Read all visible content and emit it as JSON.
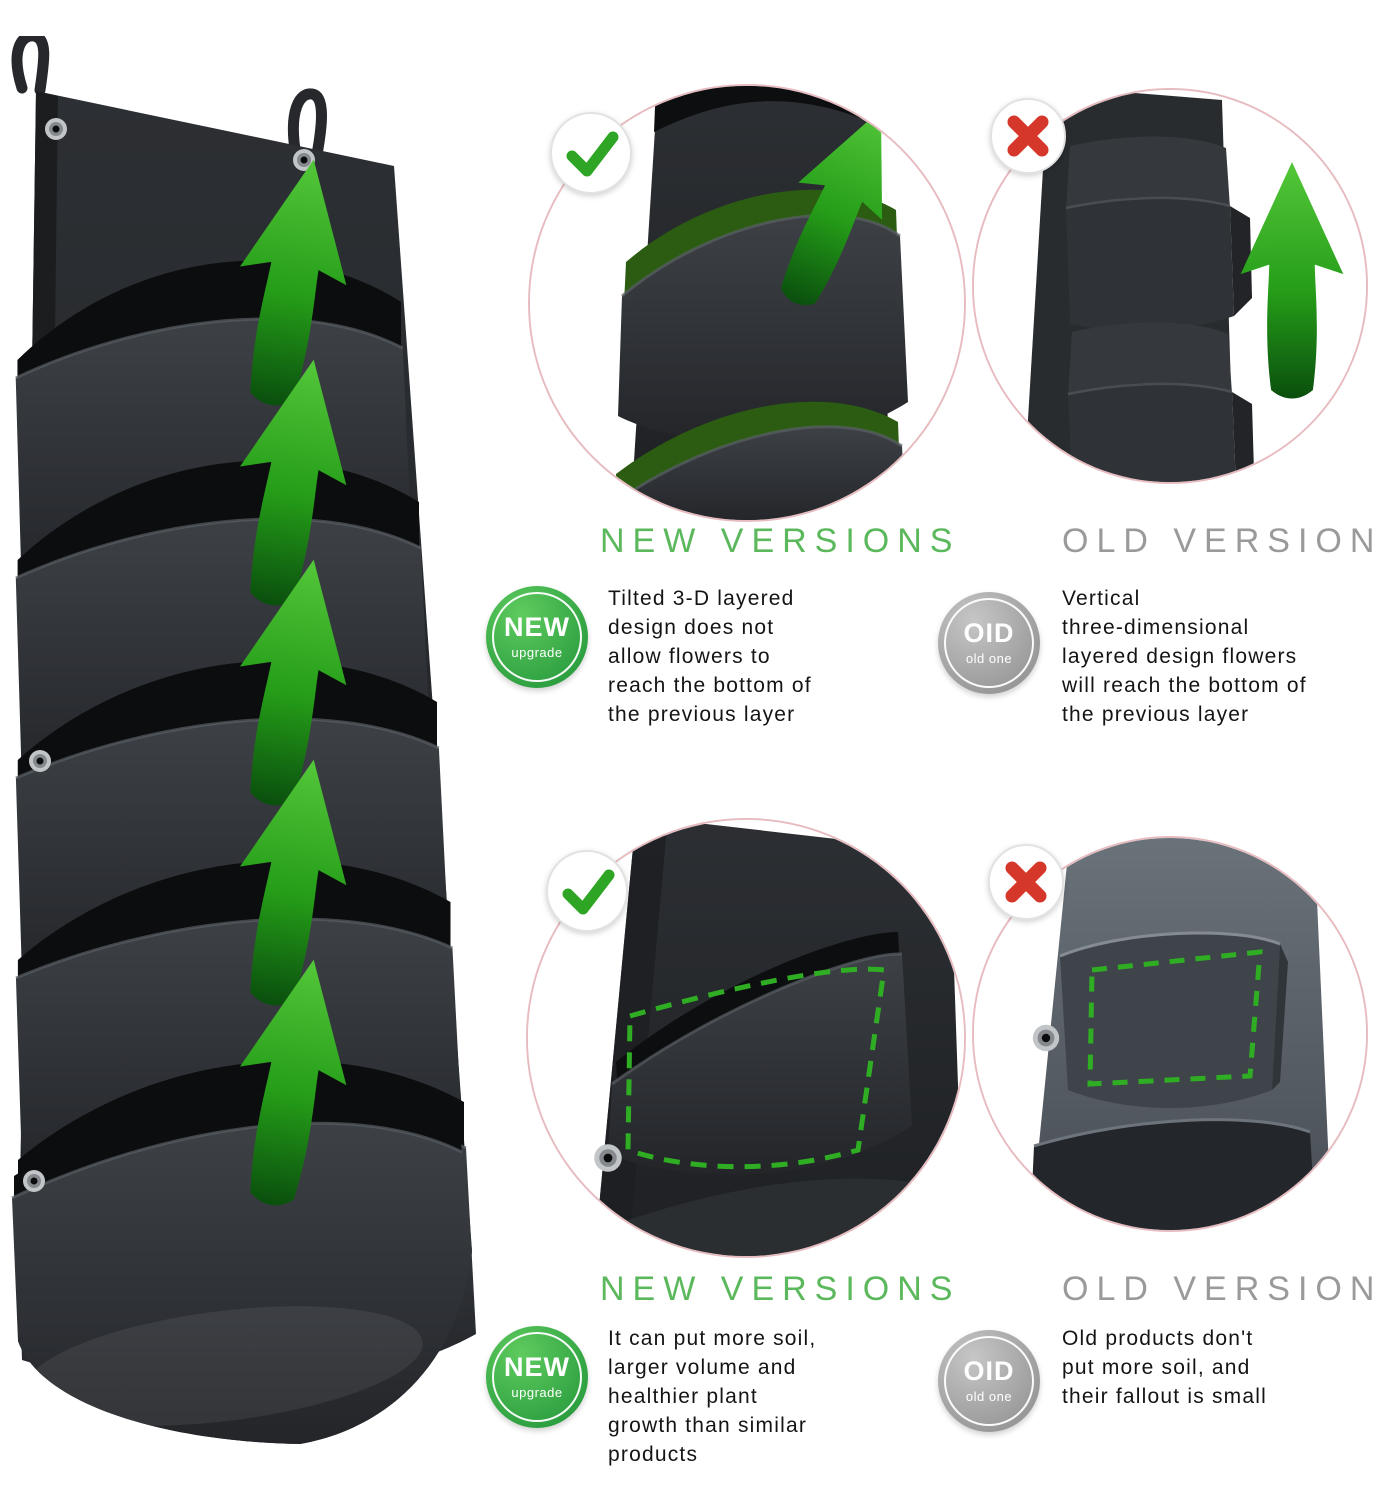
{
  "colors": {
    "new_accent_green": "#5cb85c",
    "old_accent_gray": "#9a9a9a",
    "arrow_green": "#54c73a",
    "check_green": "#2fa526",
    "cross_red": "#d6372b",
    "fabric_dark": "#2a2d30",
    "circle_ring": "#e7bcc0"
  },
  "icons": {
    "approved": "check-icon",
    "rejected": "x-icon",
    "growth": "up-arrow-icon",
    "eyelet": "grommet-icon"
  },
  "badges": {
    "new": {
      "title": "NEW",
      "subtitle": "upgrade"
    },
    "old": {
      "title": "OID",
      "subtitle": "old one"
    }
  },
  "sections": {
    "top": {
      "new_heading": "NEW VERSIONS",
      "new_text": "Tilted 3-D layered\ndesign does not\nallow flowers to\nreach the bottom of\nthe previous layer",
      "old_heading": "OLD VERSION",
      "old_text": "Vertical\nthree-dimensional\nlayered design flowers\nwill reach the bottom of\nthe previous layer"
    },
    "bottom": {
      "new_heading": "NEW VERSIONS",
      "new_text": "It can put more soil,\nlarger volume and\nhealthier plant\ngrowth than similar\nproducts",
      "old_heading": "OLD VERSION",
      "old_text": "Old products don't\nput more soil, and\ntheir fallout is small"
    }
  }
}
